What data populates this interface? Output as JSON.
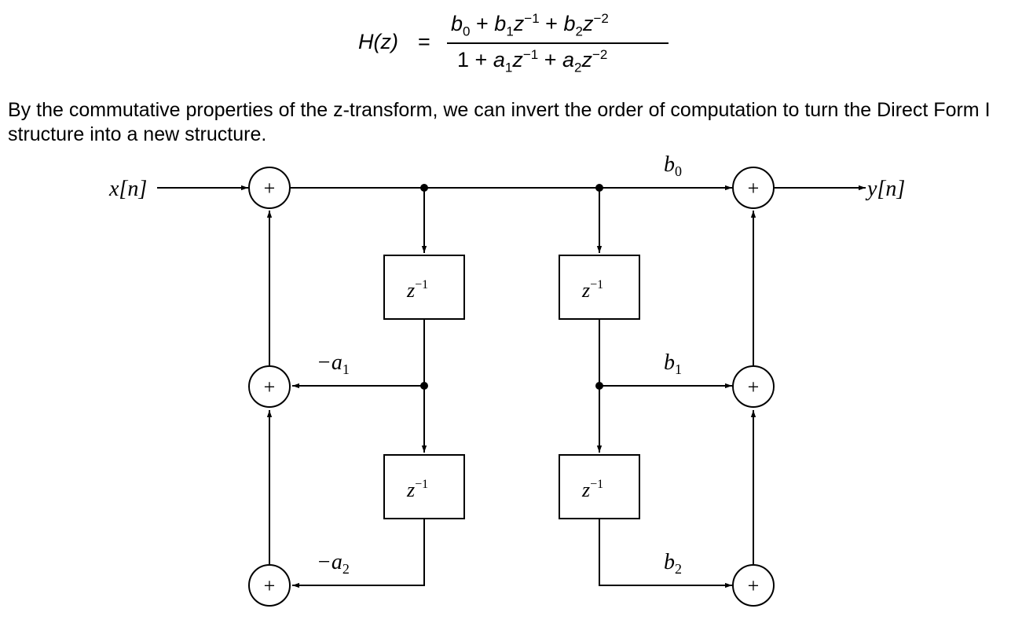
{
  "equation": {
    "lhs": "H(z)",
    "equals": "=",
    "numerator": {
      "t0": "b",
      "s0": "0",
      "p1": " + ",
      "t1": "b",
      "s1": "1",
      "t1z": "z",
      "e1": "−1",
      "p2": " + ",
      "t2": "b",
      "s2": "2",
      "t2z": "z",
      "e2": "−2"
    },
    "denominator": {
      "one": "1",
      "p1": " + ",
      "t1": "a",
      "s1": "1",
      "t1z": "z",
      "e1": "−1",
      "p2": " + ",
      "t2": "a",
      "s2": "2",
      "t2z": "z",
      "e2": "−2"
    }
  },
  "paragraph": "By the commutative properties of the z-transform, we can invert the order of computation to turn the Direct Form I structure into a new structure.",
  "diagram": {
    "input_label": "x[n]",
    "output_label": "y[n]",
    "adder_symbol": "+",
    "delay_label": "z",
    "delay_exp": "−1",
    "gains": {
      "b0": {
        "base": "b",
        "sub": "0"
      },
      "b1": {
        "base": "b",
        "sub": "1"
      },
      "b2": {
        "base": "b",
        "sub": "2"
      },
      "a1": {
        "base": "−a",
        "sub": "1"
      },
      "a2": {
        "base": "−a",
        "sub": "2"
      }
    }
  }
}
